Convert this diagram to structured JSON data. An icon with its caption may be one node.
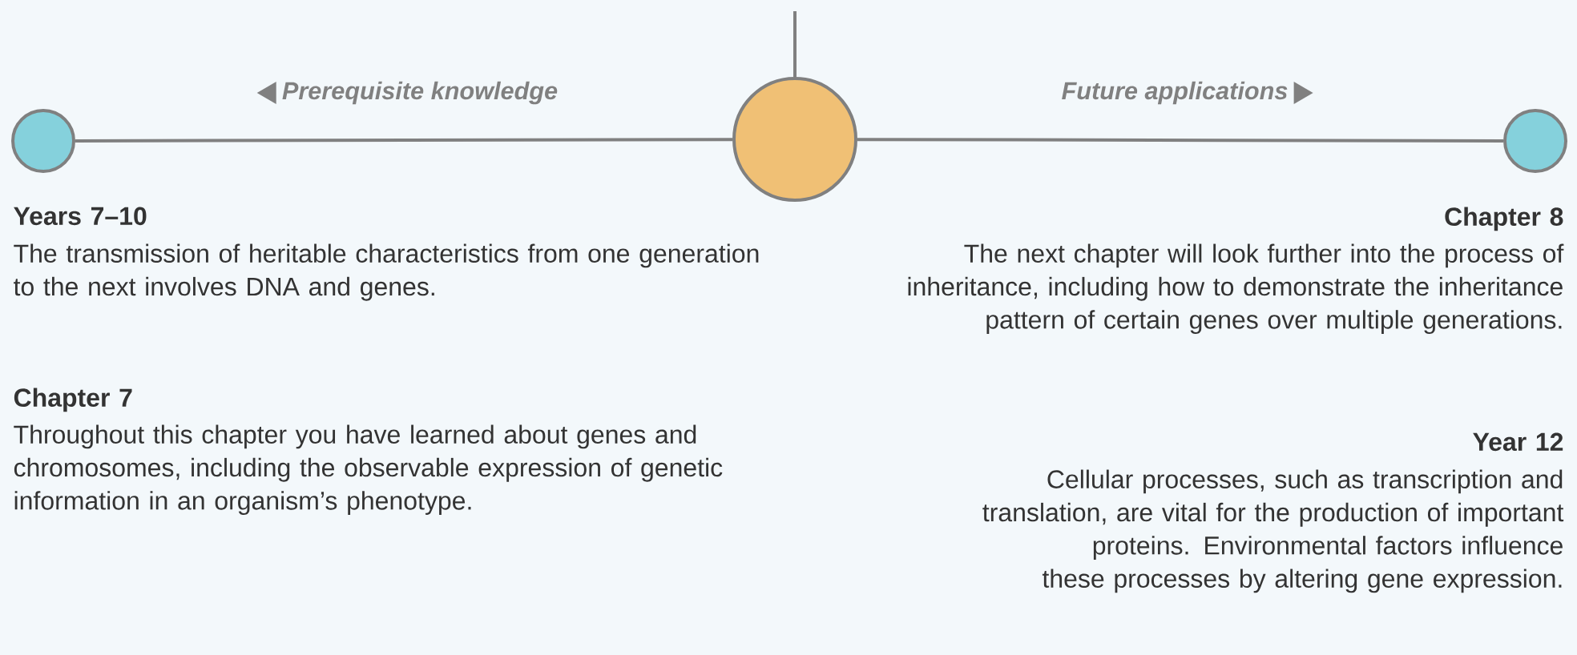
{
  "diagram": {
    "nodes": [
      {
        "text": [],
        "shape": "circle"
      },
      {
        "text": [],
        "shape": "circle"
      },
      {
        "text": [],
        "shape": "circle"
      }
    ],
    "edges": [
      {
        "from": 1,
        "to": 0,
        "arrow": "none",
        "label": "Prerequisite knowledge"
      },
      {
        "from": 1,
        "to": 2,
        "arrow": "none",
        "label": "Future applications"
      },
      {
        "from": null,
        "to": 1,
        "arrow": "none"
      }
    ],
    "labels": [
      "Years 7–10",
      "The transmission of heritable characteristics from one generation to the next involves DNA and genes.",
      "Chapter 7",
      "Throughout this chapter you have learned about genes and chromosomes, including the observable expression of genetic information in an organism’s phenotype.",
      "Chapter 8",
      "The next chapter will look further into the process of inheritance, including how to demonstrate the inheritance pattern of certain genes over multiple generations.",
      "Year 12",
      "Cellular processes, such as transcription and translation, are vital for the production of important proteins. Environmental factors influence these processes by altering gene expression."
    ]
  }
}
